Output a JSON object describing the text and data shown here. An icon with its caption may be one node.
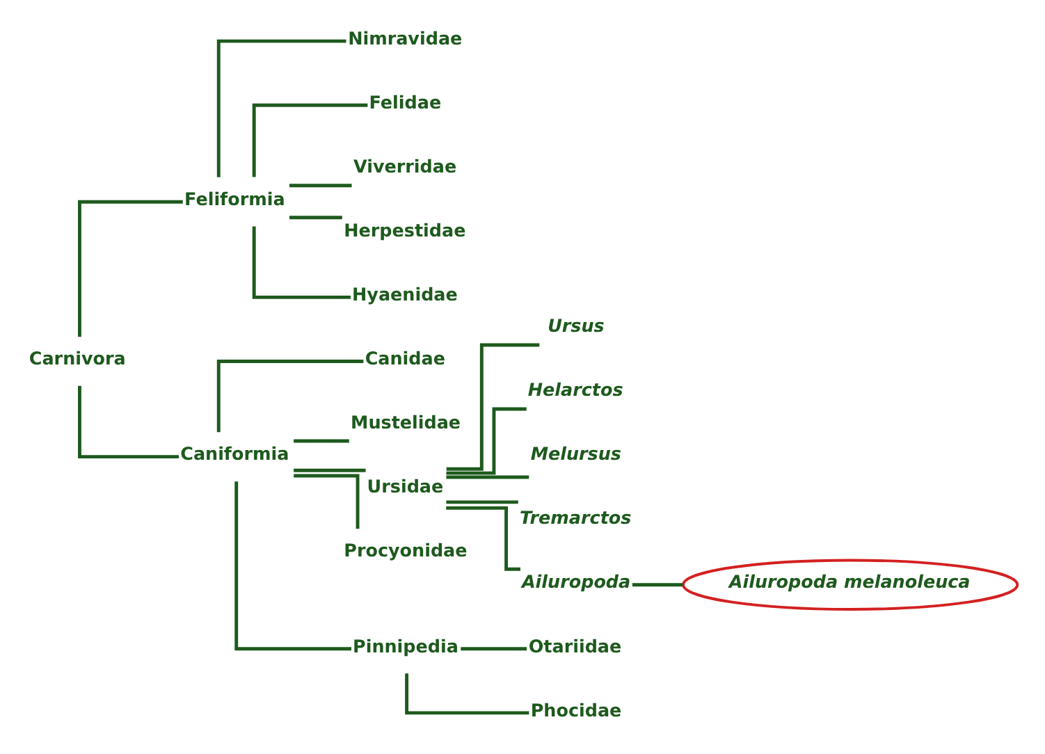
{
  "diagram": {
    "nodes": [
      {
        "text": [
          "Carnivora"
        ]
      },
      {
        "text": [
          "Feliformia"
        ]
      },
      {
        "text": [
          "Caniformia"
        ]
      },
      {
        "text": [
          "Nimravidae"
        ]
      },
      {
        "text": [
          "Felidae"
        ]
      },
      {
        "text": [
          "Viverridae"
        ]
      },
      {
        "text": [
          "Herpestidae"
        ]
      },
      {
        "text": [
          "Hyaenidae"
        ]
      },
      {
        "text": [
          "Canidae"
        ]
      },
      {
        "text": [
          "Mustelidae"
        ]
      },
      {
        "text": [
          "Ursidae"
        ]
      },
      {
        "text": [
          "Procyonidae"
        ]
      },
      {
        "text": [
          "Pinnipedia"
        ]
      },
      {
        "text": [
          "Otariidae"
        ]
      },
      {
        "text": [
          "Phocidae"
        ]
      },
      {
        "text": [
          "Ursus"
        ]
      },
      {
        "text": [
          "Helarctos"
        ]
      },
      {
        "text": [
          "Melursus"
        ]
      },
      {
        "text": [
          "Tremarctos"
        ]
      },
      {
        "text": [
          "Ailuropoda"
        ]
      },
      {
        "text": [
          "Ailuropoda melanoleuca"
        ]
      }
    ],
    "edges": [
      {
        "from": 0,
        "to": 1,
        "arrow": "none"
      },
      {
        "from": 0,
        "to": 2,
        "arrow": "none"
      },
      {
        "from": 1,
        "to": 3,
        "arrow": "none"
      },
      {
        "from": 1,
        "to": 4,
        "arrow": "none"
      },
      {
        "from": 1,
        "to": 5,
        "arrow": "none"
      },
      {
        "from": 1,
        "to": 6,
        "arrow": "none"
      },
      {
        "from": 1,
        "to": 7,
        "arrow": "none"
      },
      {
        "from": 2,
        "to": 8,
        "arrow": "none"
      },
      {
        "from": 2,
        "to": 9,
        "arrow": "none"
      },
      {
        "from": 2,
        "to": 10,
        "arrow": "none"
      },
      {
        "from": 2,
        "to": 11,
        "arrow": "none"
      },
      {
        "from": 2,
        "to": 12,
        "arrow": "none"
      },
      {
        "from": 12,
        "to": 13,
        "arrow": "none"
      },
      {
        "from": 12,
        "to": 14,
        "arrow": "none"
      },
      {
        "from": 10,
        "to": 15,
        "arrow": "none"
      },
      {
        "from": 10,
        "to": 16,
        "arrow": "none"
      },
      {
        "from": 10,
        "to": 17,
        "arrow": "none"
      },
      {
        "from": 10,
        "to": 18,
        "arrow": "none"
      },
      {
        "from": 10,
        "to": 19,
        "arrow": "none"
      },
      {
        "from": 19,
        "to": 20,
        "arrow": "none"
      }
    ]
  }
}
